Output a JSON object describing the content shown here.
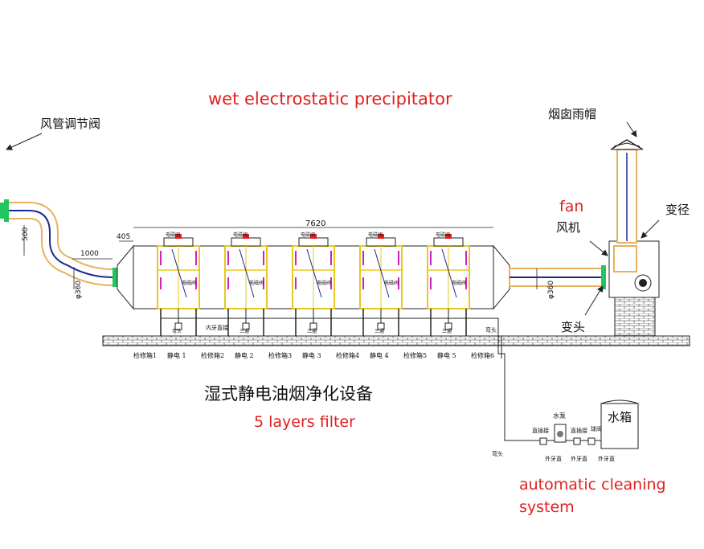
{
  "titles": {
    "wesp": "wet electrostatic precipitator",
    "main_cn": "湿式静电油烟净化设备",
    "layers": "5 layers filter",
    "fan_en": "fan",
    "cleaning_line1": "automatic cleaning",
    "cleaning_line2": "system"
  },
  "labels": {
    "damper": "风管调节阀",
    "chimney_cap": "烟囱雨帽",
    "fan_cn": "风机",
    "reducer_top": "变径",
    "elbow_reducer": "变头",
    "water_tank": "水箱",
    "pump": "水泵",
    "elbow": "弯头",
    "solenoid": "电磁阀",
    "male_thread_elbow": "内牙直接",
    "tee": "三通",
    "straight_joint": "直插接",
    "ball_valve": "球阀",
    "male_thread": "外牙直"
  },
  "dimensions": {
    "total_length": "7620",
    "inlet_gap": "405",
    "inlet_run": "1000",
    "riser": "500",
    "duct_dia_in": "φ360",
    "duct_dia_out": "φ360"
  },
  "bottom_labels": [
    "检修箱1",
    "静电 1",
    "检修箱2",
    "静电 2",
    "检修箱3",
    "静电 3",
    "检修箱4",
    "静电 4",
    "检修箱5",
    "静电 5",
    "检修箱6"
  ],
  "colors": {
    "accent_red": "#e02020",
    "pipe_blue": "#1a2a8c",
    "pipe_outline": "#e8b060",
    "flange_green": "#22c55e",
    "module_yellow": "#e8c820",
    "magenta": "#d020c0",
    "line": "#222222"
  }
}
